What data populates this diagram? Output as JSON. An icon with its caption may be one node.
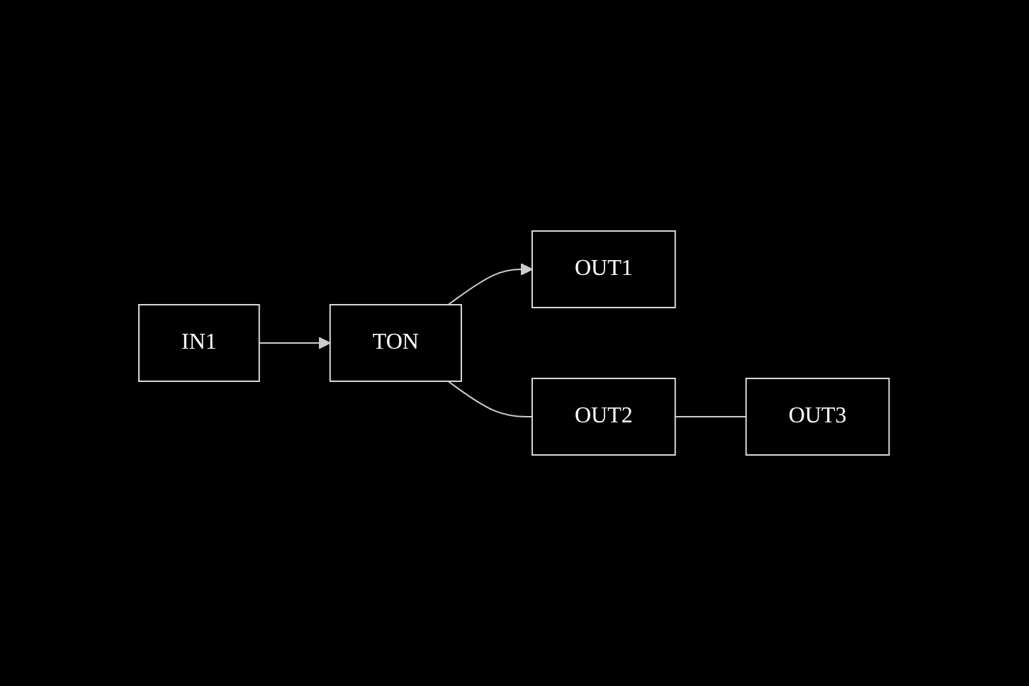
{
  "diagram": {
    "nodes": [
      {
        "text": [
          "IN1"
        ]
      },
      {
        "text": [
          "TON"
        ]
      },
      {
        "text": [
          "OUT1"
        ]
      },
      {
        "text": [
          "OUT2"
        ]
      },
      {
        "text": [
          "OUT3"
        ]
      }
    ],
    "edges": [
      {
        "from": 0,
        "to": 1,
        "arrow": "to"
      },
      {
        "from": 1,
        "to": 2,
        "arrow": "to"
      },
      {
        "from": 1,
        "to": 3,
        "arrow": "none"
      },
      {
        "from": 3,
        "to": 4,
        "arrow": "none"
      }
    ]
  }
}
